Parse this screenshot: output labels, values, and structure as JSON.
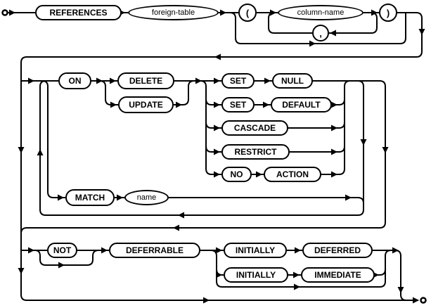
{
  "diagram": {
    "kind": "railroad-syntax-diagram",
    "colors": {
      "line": "#000000",
      "background": "#ffffff"
    },
    "nodes": {
      "references": "REFERENCES",
      "foreign_table": "foreign-table",
      "open_paren": "(",
      "column_name": "column-name",
      "comma": ",",
      "close_paren": ")",
      "on_kw": "ON",
      "delete_kw": "DELETE",
      "update_kw": "UPDATE",
      "set_1": "SET",
      "null_kw": "NULL",
      "set_2": "SET",
      "default_kw": "DEFAULT",
      "cascade_kw": "CASCADE",
      "restrict_kw": "RESTRICT",
      "no_kw": "NO",
      "action_kw": "ACTION",
      "match_kw": "MATCH",
      "name_nt": "name",
      "not_kw": "NOT",
      "deferrable_kw": "DEFERRABLE",
      "initially_1": "INITIALLY",
      "deferred_kw": "DEFERRED",
      "initially_2": "INITIALLY",
      "immediate_kw": "IMMEDIATE"
    }
  }
}
